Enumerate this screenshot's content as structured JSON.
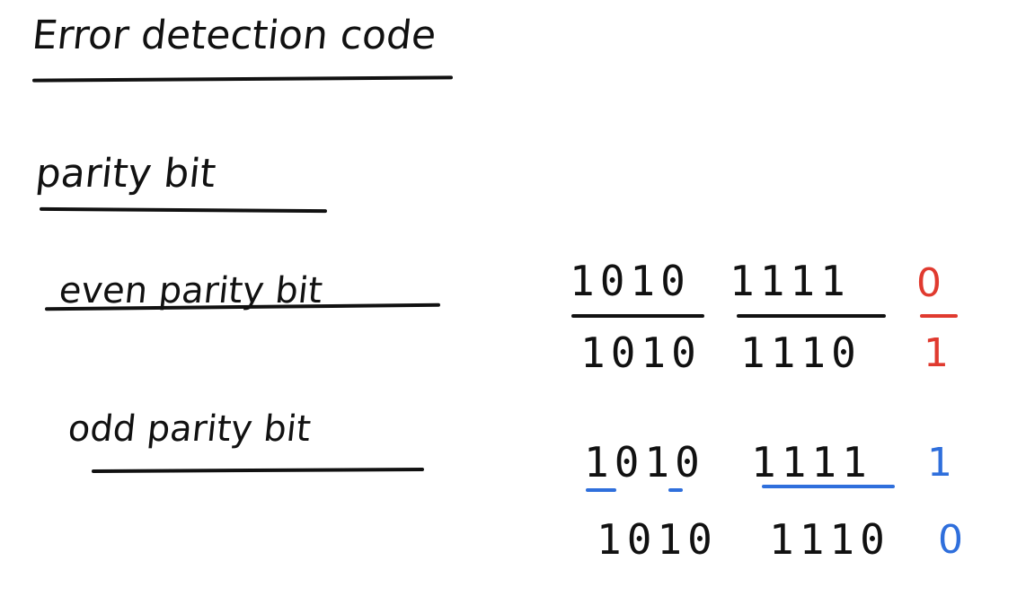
{
  "notes": {
    "title": "Error detection code",
    "subtitle": "parity bit",
    "even_label": "even parity bit",
    "odd_label": "odd parity bit"
  },
  "examples": {
    "even": [
      {
        "bits_a": "1010",
        "bits_b": "1111",
        "parity": "0"
      },
      {
        "bits_a": "1010",
        "bits_b": "1110",
        "parity": "1"
      }
    ],
    "odd": [
      {
        "bits_a": "1010",
        "bits_b": "1111",
        "parity": "1"
      },
      {
        "bits_a": "1010",
        "bits_b": "1110",
        "parity": "0"
      }
    ]
  },
  "colors": {
    "ink": "#111111",
    "even_parity": "#e03a2f",
    "odd_parity": "#2f6fdc"
  }
}
